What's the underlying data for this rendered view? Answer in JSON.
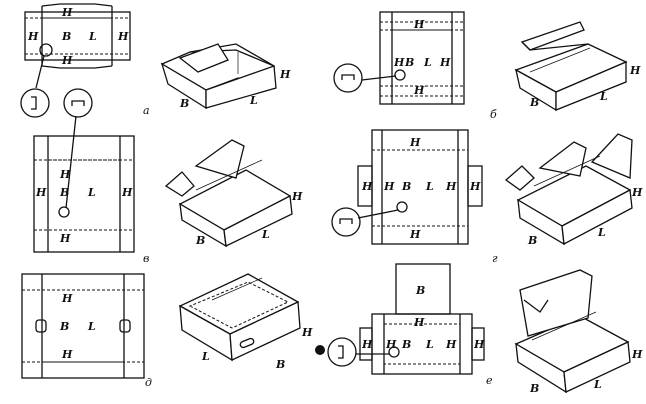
{
  "labels": {
    "H": "H",
    "B": "B",
    "L": "L"
  },
  "panels": [
    {
      "id": "a",
      "caption": "а"
    },
    {
      "id": "b",
      "caption": "б"
    },
    {
      "id": "v",
      "caption": "в"
    },
    {
      "id": "g",
      "caption": "г"
    },
    {
      "id": "d",
      "caption": "д"
    },
    {
      "id": "e",
      "caption": "е"
    }
  ]
}
